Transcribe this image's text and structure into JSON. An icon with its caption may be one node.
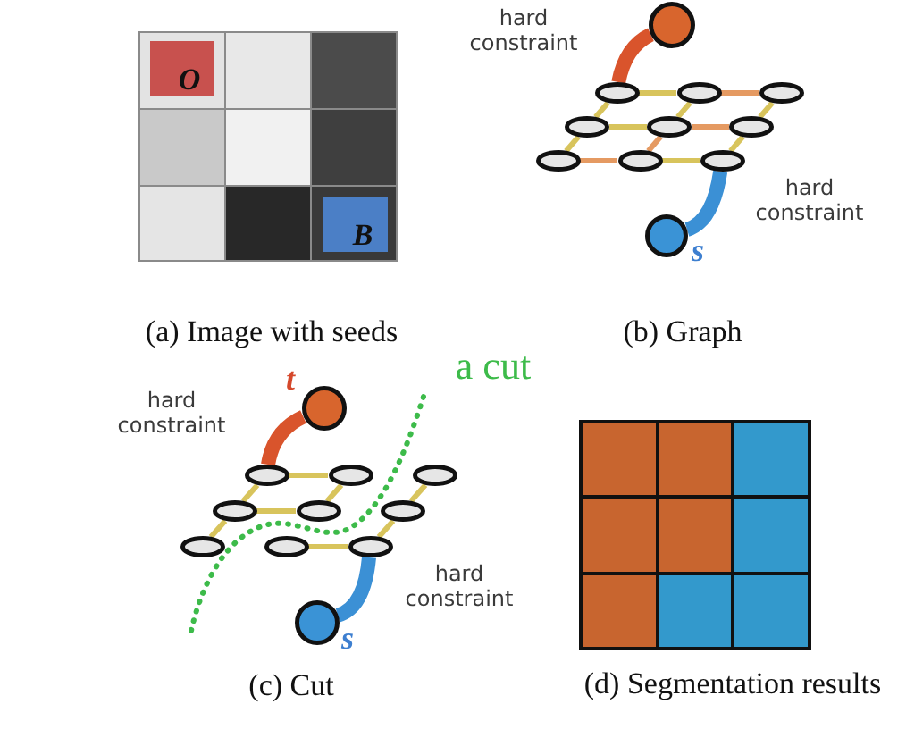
{
  "diagram": {
    "nodes": [
      {
        "text": [
          "O"
        ]
      },
      {
        "text": [
          "B"
        ]
      },
      {
        "text": [],
        "shape": "circle"
      },
      {
        "text": [],
        "shape": "ellipse"
      },
      {
        "text": [],
        "shape": "ellipse"
      },
      {
        "text": [],
        "shape": "ellipse"
      },
      {
        "text": [],
        "shape": "ellipse"
      },
      {
        "text": [],
        "shape": "ellipse"
      },
      {
        "text": [],
        "shape": "ellipse"
      },
      {
        "text": [],
        "shape": "ellipse"
      },
      {
        "text": [],
        "shape": "ellipse"
      },
      {
        "text": [],
        "shape": "ellipse"
      },
      {
        "text": [],
        "shape": "circle",
        "beside": [
          "s"
        ]
      },
      {
        "text": [],
        "shape": "circle",
        "beside": [
          "t"
        ]
      },
      {
        "text": [],
        "shape": "ellipse"
      },
      {
        "text": [],
        "shape": "ellipse"
      },
      {
        "text": [],
        "shape": "ellipse"
      },
      {
        "text": [],
        "shape": "ellipse"
      },
      {
        "text": [],
        "shape": "ellipse"
      },
      {
        "text": [],
        "shape": "ellipse"
      },
      {
        "text": [],
        "shape": "ellipse"
      },
      {
        "text": [],
        "shape": "ellipse"
      },
      {
        "text": [],
        "shape": "ellipse"
      },
      {
        "text": [],
        "shape": "circle",
        "beside": [
          "s"
        ]
      }
    ],
    "edges": [
      {
        "from": 2,
        "to": 3,
        "arrow": "none",
        "style": "thick",
        "color": "#d9542c"
      },
      {
        "from": 3,
        "to": 4,
        "arrow": "none"
      },
      {
        "from": 4,
        "to": 5,
        "arrow": "none",
        "color": "#e59a62"
      },
      {
        "from": 6,
        "to": 7,
        "arrow": "none"
      },
      {
        "from": 7,
        "to": 8,
        "arrow": "none",
        "color": "#e59a62"
      },
      {
        "from": 9,
        "to": 10,
        "arrow": "none",
        "color": "#e59a62"
      },
      {
        "from": 10,
        "to": 11,
        "arrow": "none"
      },
      {
        "from": 3,
        "to": 6,
        "arrow": "none"
      },
      {
        "from": 4,
        "to": 7,
        "arrow": "none"
      },
      {
        "from": 5,
        "to": 8,
        "arrow": "none"
      },
      {
        "from": 6,
        "to": 9,
        "arrow": "none"
      },
      {
        "from": 7,
        "to": 10,
        "arrow": "none",
        "color": "#e59a62"
      },
      {
        "from": 8,
        "to": 11,
        "arrow": "none"
      },
      {
        "from": 11,
        "to": 12,
        "arrow": "none",
        "style": "thick",
        "color": "#3b90d5"
      },
      {
        "from": 13,
        "to": 14,
        "arrow": "none",
        "style": "thick",
        "color": "#d9542c"
      },
      {
        "from": 14,
        "to": 15,
        "arrow": "none"
      },
      {
        "from": 17,
        "to": 18,
        "arrow": "none"
      },
      {
        "from": 21,
        "to": 22,
        "arrow": "none"
      },
      {
        "from": 14,
        "to": 17,
        "arrow": "none"
      },
      {
        "from": 15,
        "to": 18,
        "arrow": "none"
      },
      {
        "from": 16,
        "to": 19,
        "arrow": "none"
      },
      {
        "from": 17,
        "to": 20,
        "arrow": "none"
      },
      {
        "from": 19,
        "to": 22,
        "arrow": "none"
      },
      {
        "from": 22,
        "to": 23,
        "arrow": "none",
        "style": "thick",
        "color": "#3b90d5"
      }
    ],
    "labels": [
      "hard constraint",
      "hard constraint",
      "(a) Image with seeds",
      "(b) Graph",
      "hard constraint",
      "a cut",
      "hard constraint",
      "(c) Cut",
      "(d) Segmentation results"
    ]
  }
}
